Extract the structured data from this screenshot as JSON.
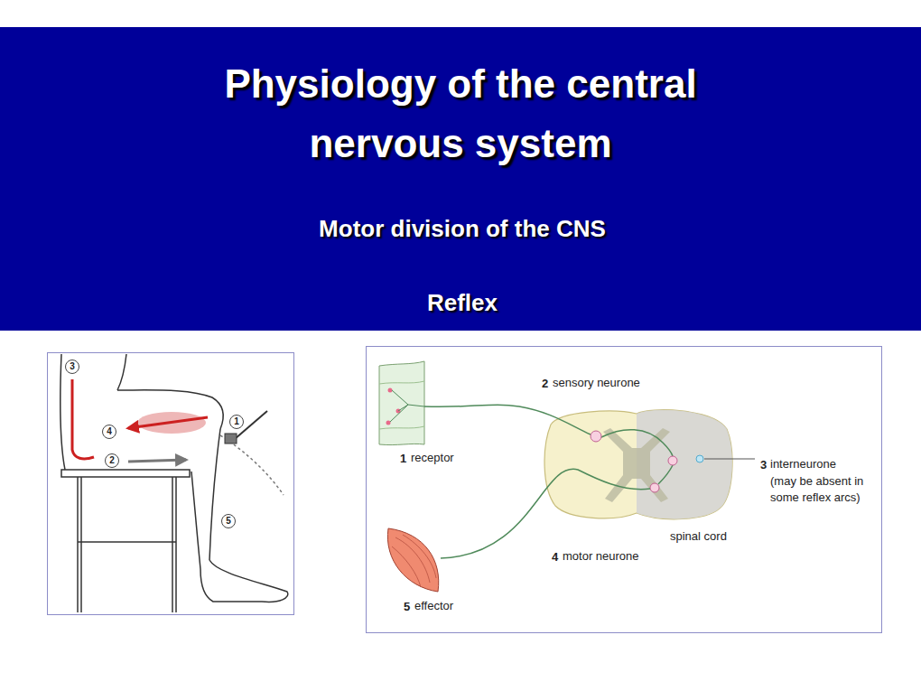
{
  "diagram": {
    "title": "Physiology of the central nervous system",
    "labels": [
      "Motor division of the CNS",
      "Reflex",
      "3",
      "4",
      "1",
      "2",
      "5",
      "2",
      "sensory neurone",
      "1",
      "receptor",
      "3",
      "interneurone",
      "(may be absent in some reflex arcs)",
      "spinal cord",
      "4",
      "motor neurone",
      "5",
      "effector"
    ]
  }
}
